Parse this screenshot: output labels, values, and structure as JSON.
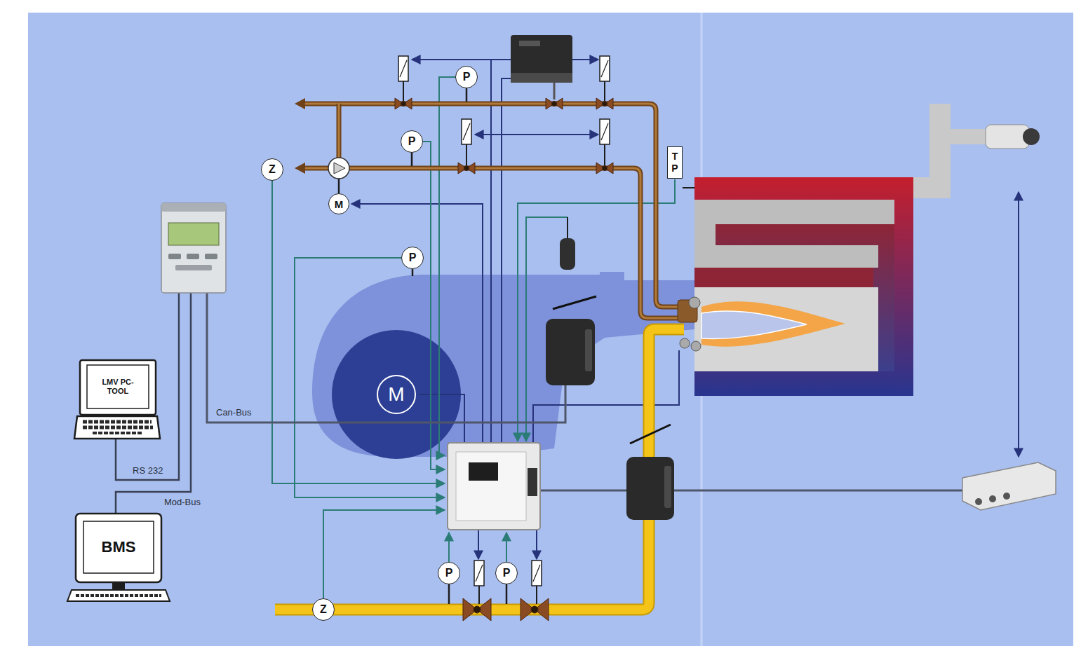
{
  "diagram": {
    "nodes": [
      {
        "text": [
          "P"
        ]
      },
      {
        "text": [
          "P"
        ]
      },
      {
        "text": [
          "T P"
        ]
      },
      {
        "text": [
          "Z"
        ]
      },
      {
        "text": [
          "M"
        ]
      },
      {
        "text": [
          "P"
        ]
      },
      {
        "text": [
          "LMV PC-TOOL"
        ]
      },
      {
        "text": [
          "M"
        ]
      },
      {
        "text": [
          "BMS"
        ]
      },
      {
        "text": [
          "P"
        ]
      },
      {
        "text": [
          "P"
        ]
      },
      {
        "text": [
          "Z"
        ]
      }
    ],
    "labels": [
      "Can-Bus",
      "RS 232",
      "Mod-Bus"
    ]
  }
}
